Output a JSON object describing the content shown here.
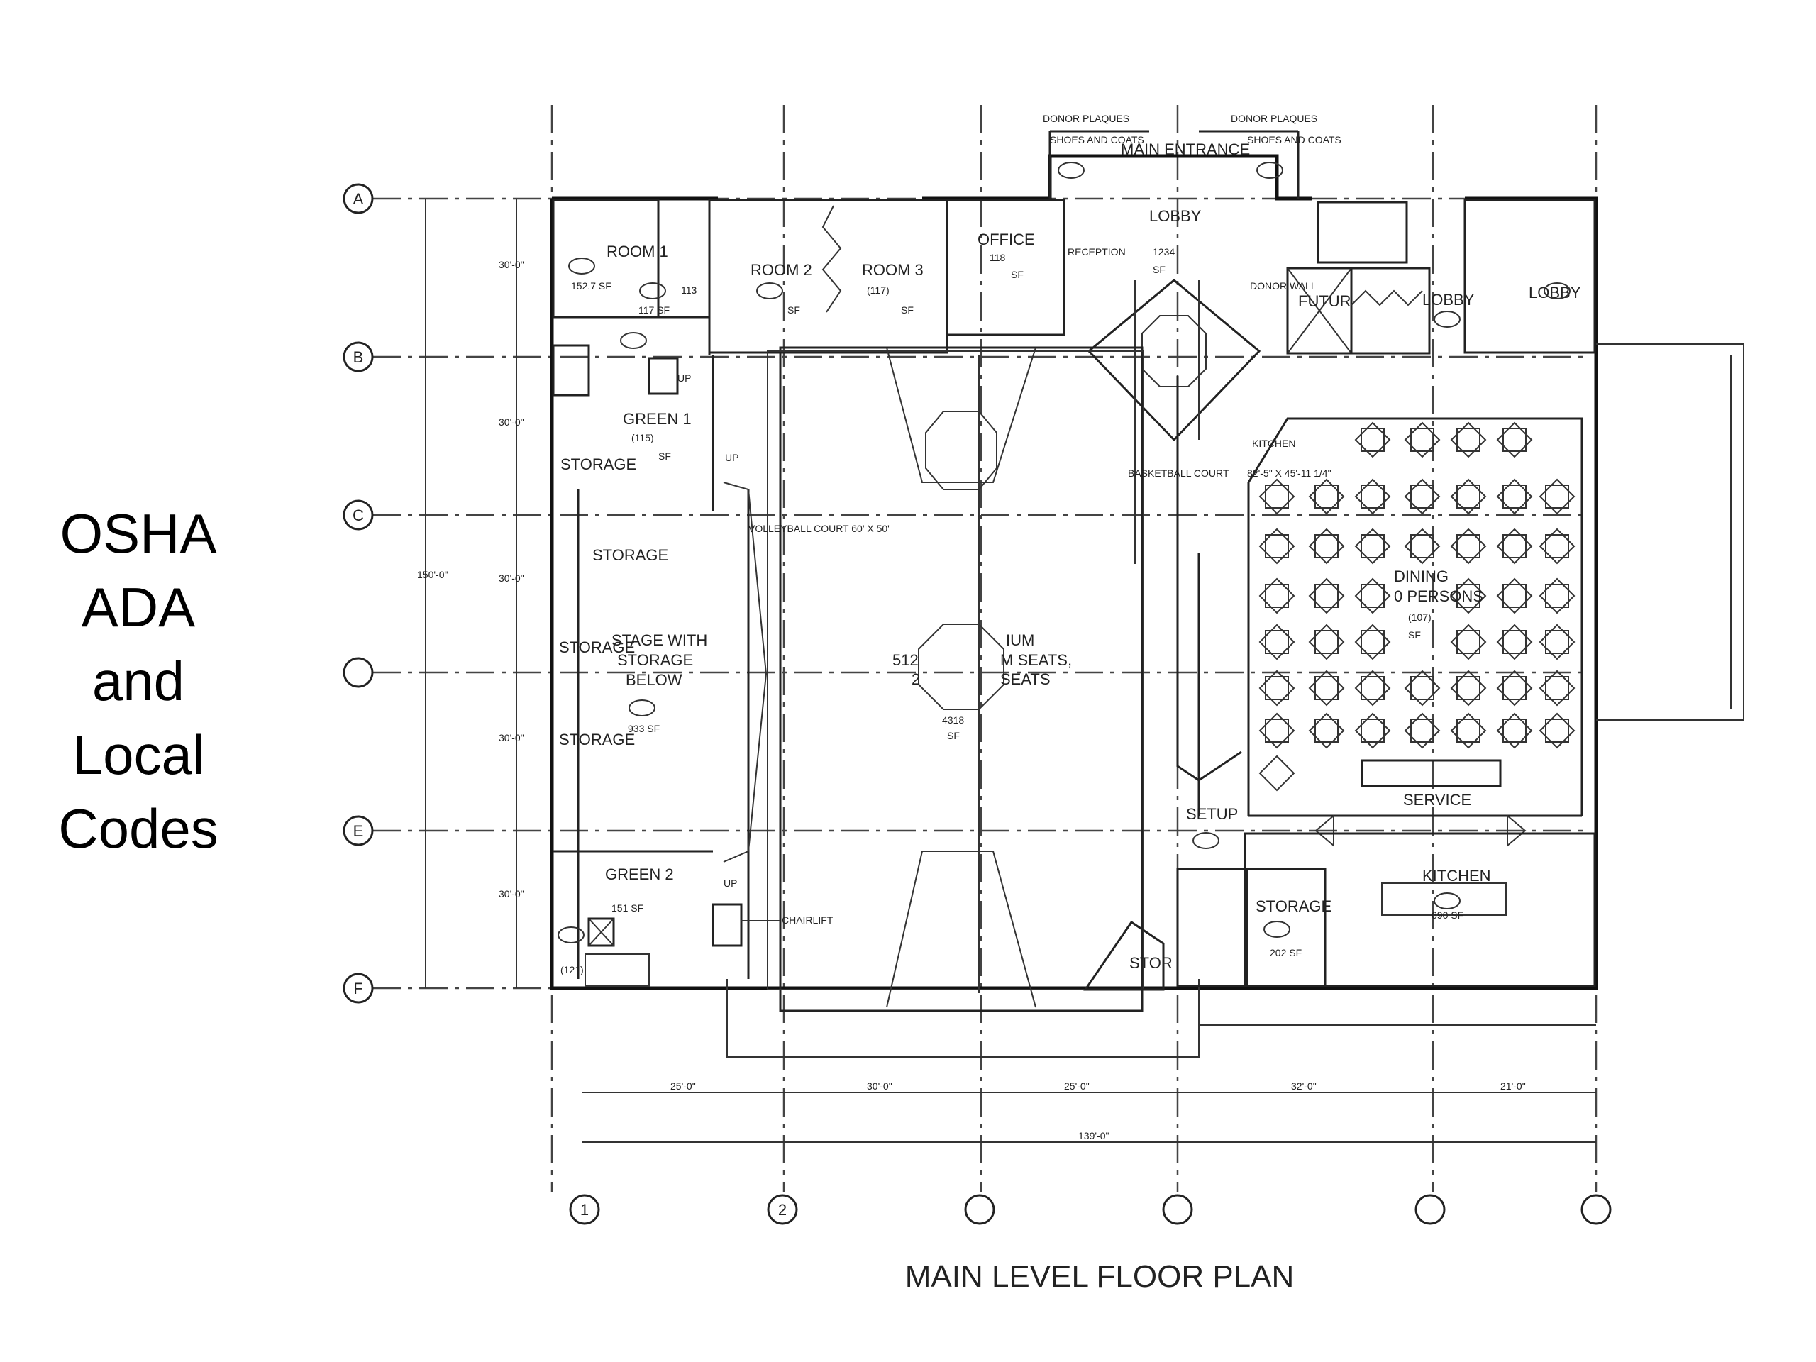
{
  "side_title": {
    "lines": [
      "OSHA",
      "ADA",
      "and",
      "Local",
      "Codes"
    ]
  },
  "plan_title": "MAIN LEVEL FLOOR PLAN",
  "grid": {
    "rows": [
      "A",
      "B",
      "C",
      "",
      "E",
      "F"
    ],
    "columns": [
      "1",
      "2",
      "",
      "",
      "",
      ""
    ]
  },
  "labels": {
    "donor_plaques_left": "DONOR PLAQUES",
    "donor_plaques_right": "DONOR PLAQUES",
    "shoes_coats_left": "SHOES AND COATS",
    "shoes_coats_right": "SHOES AND COATS",
    "main_entrance": "MAIN ENTRANCE",
    "lobby_main": "LOBBY",
    "room1": "ROOM 1",
    "room1_area": "152.7 SF",
    "room1_num": "113",
    "room1_sf": "117 SF",
    "room2": "ROOM 2",
    "room2_sf": "SF",
    "room3": "ROOM 3",
    "room3_num": "(117)",
    "room3_sf": "SF",
    "office": "OFFICE",
    "office_num": "118",
    "office_sf": "SF",
    "reception": "RECEPTION",
    "lobby_num": "1234",
    "lobby_sf": "SF",
    "donor_wall": "DONOR WALL",
    "future": "FUTUR",
    "lobby_right1": "LOBBY",
    "lobby_right2": "LOBBY",
    "up1": "UP",
    "green1": "GREEN 1",
    "green1_num": "(115)",
    "green1_sf": "SF",
    "storage1": "STORAGE",
    "up2": "UP",
    "storage2": "STORAGE",
    "volleyball": "VOLLEYBALL COURT  60' X 50'",
    "basketball": "BASKETBALL COURT",
    "basketball_dim": "82'-5\" X 45'-11 1/4\"",
    "kitchen_label": "KITCHEN",
    "stage_line1": "STAGE WITH",
    "stage_line2": "STORAGE",
    "stage_line3": "BELOW",
    "stage_sf": "933 SF",
    "storage3": "STORAGE",
    "storage4": "STORAGE",
    "gym_line1": "512",
    "gym_line1b": "IUM",
    "gym_line2": "M SEATS,",
    "gym_line3": "SEATS",
    "gym_num2": "2",
    "gym_sf_num": "4318",
    "gym_sf": "SF",
    "dining": "DINING",
    "dining_pers": "0 PERSONS",
    "dining_num": "(107)",
    "dining_sf": "SF",
    "service": "SERVICE",
    "setup": "SETUP",
    "kitchen": "KITCHEN",
    "kitchen_sf": "690 SF",
    "storage5": "STORAGE",
    "storage5_sf": "202 SF",
    "stor": "STOR",
    "green2": "GREEN 2",
    "green2_sf": "151 SF",
    "up3": "UP",
    "chairlift": "CHAIRLIFT",
    "green2_num": "(121)",
    "dim_a": "30'-0\"",
    "dim_b": "30'-0\"",
    "dim_c": "30'-0\"",
    "dim_d": "30'-0\"",
    "dim_e": "30'-0\"",
    "dim_total_v": "150'-0\"",
    "dim_h1": "25'-0\"",
    "dim_h2": "30'-0\"",
    "dim_h3": "25'-0\"",
    "dim_h4": "32'-0\"",
    "dim_h5": "21'-0\"",
    "dim_total_h": "139'-0\""
  }
}
